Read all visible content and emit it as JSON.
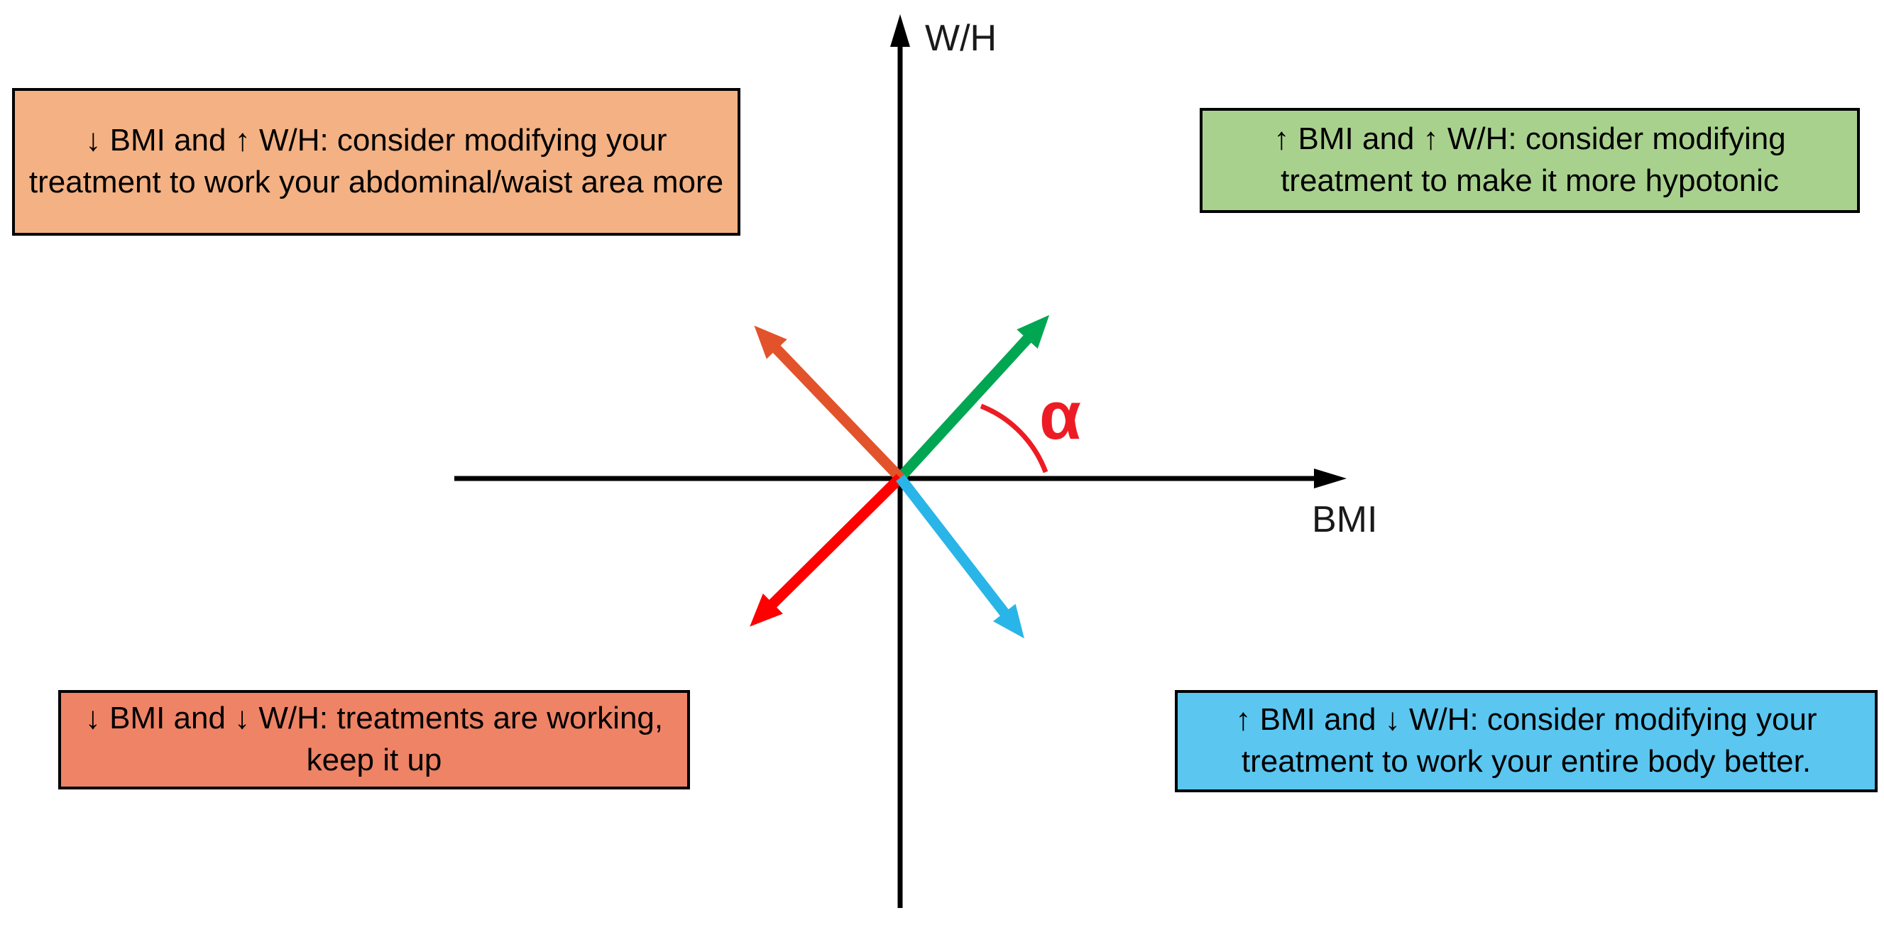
{
  "page": {
    "background": "#FFFFFF"
  },
  "axes": {
    "x_label": "BMI",
    "y_label": "W/H",
    "color": "#000000"
  },
  "angle": {
    "symbol": "α",
    "color": "#ED1C24"
  },
  "arrows": {
    "up_right": {
      "color": "#00A651"
    },
    "up_left": {
      "color": "#E2532C"
    },
    "down_left": {
      "color": "#FF0000"
    },
    "down_right": {
      "color": "#29B5E8"
    }
  },
  "boxes": {
    "top_left": {
      "text": "↓ BMI and ↑ W/H: consider modifying your treatment to work your abdominal/waist area more",
      "bg": "#F4B183",
      "border": "#000000"
    },
    "top_right": {
      "text": "↑ BMI and ↑ W/H: consider modifying treatment to make it more hypotonic",
      "bg": "#A9D18E",
      "border": "#000000"
    },
    "bottom_left": {
      "text": "↓ BMI and ↓ W/H: treatments are working, keep it up",
      "bg": "#EE8366",
      "border": "#000000"
    },
    "bottom_right": {
      "text": "↑ BMI and ↓ W/H: consider modifying your treatment to work your entire body better.",
      "bg": "#5BC6F0",
      "border": "#000000"
    }
  }
}
